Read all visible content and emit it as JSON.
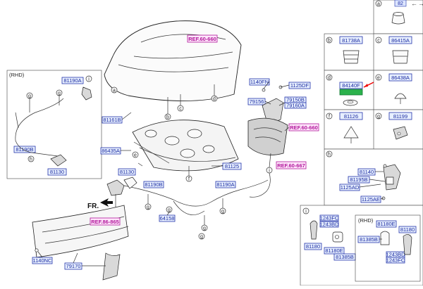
{
  "header": {
    "page_number": "82",
    "prev_arrow": "←",
    "next_arrow": "→"
  },
  "labels": {
    "ref_hood": "REF.60-660",
    "ref_latch": "REF.60-660",
    "ref_667": "REF.60-667",
    "ref_bumper": "REF.86-865",
    "hood_panel_label": "81161B",
    "pad_label": "86435A",
    "insulator_label": "81125",
    "cable_label": "81190B",
    "cable_label2": "81190A",
    "release_label": "81130",
    "grommet_label": "64158",
    "bolt_label": "1140NC",
    "carrier_label": "79170",
    "latch_bolt_label": "1140FN",
    "latch_bolt2_label": "1125DF",
    "hinge_label": "79156",
    "hinge_label2": "79150B",
    "hinge_label3": "79160A",
    "front_arrow": "FR."
  },
  "rhd_box": {
    "title": "(RHD)",
    "cable_a": "81190A",
    "cable_b": "81190B",
    "release": "81130"
  },
  "cells": {
    "a": {
      "letter": "a",
      "part": ""
    },
    "b": {
      "letter": "b",
      "part": "81738A"
    },
    "c": {
      "letter": "c",
      "part": "86415A"
    },
    "d": {
      "letter": "d",
      "part": "84140F",
      "part2": ""
    },
    "e": {
      "letter": "e",
      "part": "86438A"
    },
    "f": {
      "letter": "f",
      "part": "81126"
    },
    "g": {
      "letter": "g",
      "part": "81199"
    }
  },
  "panel_h": {
    "letter": "h",
    "labels": [
      "81140",
      "81195B",
      "1125AD",
      "1125AE"
    ]
  },
  "panel_i": {
    "letter": "i",
    "left_labels": [
      "1243FC",
      "1243BD",
      "81180",
      "81180E",
      "81385B"
    ],
    "rhd_title": "(RHD)",
    "right_labels": [
      "81180E",
      "81180",
      "81385B",
      "1243BD",
      "1243FC"
    ]
  },
  "callouts": [
    "a",
    "b",
    "c",
    "d",
    "e",
    "f",
    "g",
    "h",
    "i"
  ]
}
